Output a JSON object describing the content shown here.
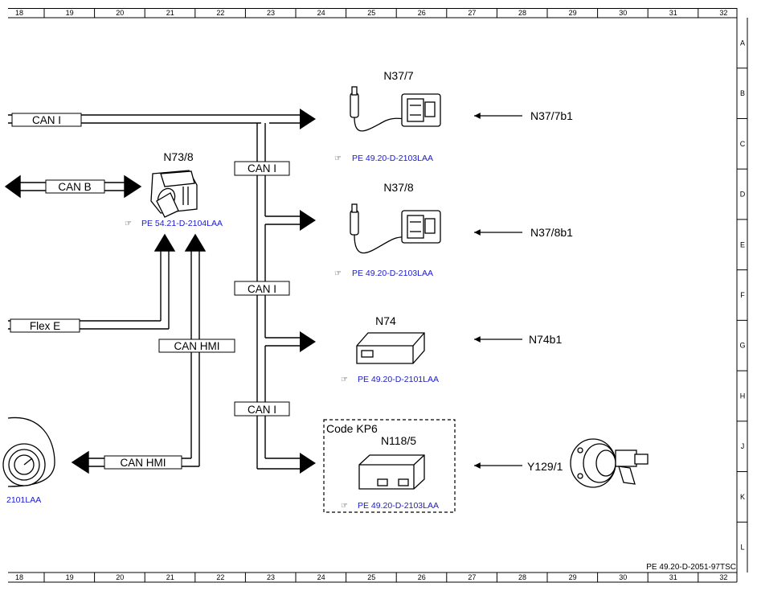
{
  "grid": {
    "columns": [
      "18",
      "19",
      "20",
      "21",
      "22",
      "23",
      "24",
      "25",
      "26",
      "27",
      "28",
      "29",
      "30",
      "31",
      "32"
    ],
    "rows": [
      "A",
      "B",
      "C",
      "D",
      "E",
      "F",
      "G",
      "H",
      "J",
      "K",
      "L"
    ]
  },
  "components": {
    "n37_7": {
      "name": "N37/7",
      "signal": "N37/7b1",
      "ref": "PE 49.20-D-2103LAA"
    },
    "n37_8": {
      "name": "N37/8",
      "signal": "N37/8b1",
      "ref": "PE 49.20-D-2103LAA"
    },
    "n73_8": {
      "name": "N73/8",
      "ref": "PE 54.21-D-2104LAA"
    },
    "n74": {
      "name": "N74",
      "signal": "N74b1",
      "ref": "PE 49.20-D-2101LAA"
    },
    "n118_5": {
      "code": "Code KP6",
      "name": "N118/5",
      "ref": "PE 49.20-D-2103LAA"
    },
    "y129_1": {
      "name": "Y129/1"
    },
    "cluster": {
      "ref_partial": "2101LAA"
    }
  },
  "buses": {
    "can_i_top": "CAN I",
    "can_i_1": "CAN I",
    "can_i_2": "CAN I",
    "can_i_3": "CAN I",
    "can_b": "CAN B",
    "flex_e": "Flex E",
    "can_hmi_1": "CAN HMI",
    "can_hmi_2": "CAN HMI"
  },
  "footer": {
    "doc_id": "PE 49.20-D-2051-97TSC"
  }
}
